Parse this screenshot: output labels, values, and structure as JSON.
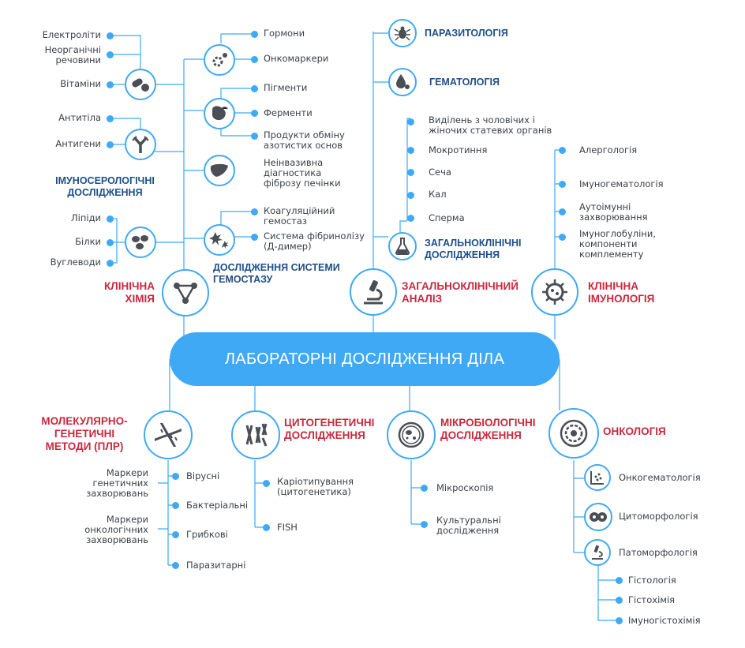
{
  "title": "ЛАБОРАТОРНІ ДОСЛІДЖЕННЯ ДІЛА",
  "clinical_chemistry": {
    "label": "КЛІНІЧНА\nХІМІЯ",
    "hormones": "Гормони",
    "tumor_markers": "Онкомаркери",
    "pigments": "Пігменти",
    "enzymes": "Ферменти",
    "nitrogen": "Продукти обміну\nазотистих основ",
    "liver": "Неінвазивна\nдіагностика\nфіброзу печінки",
    "electrolytes": "Електроліти",
    "inorganic": "Неорганічні\nречовини",
    "vitamins": "Вітаміни",
    "antibodies": "Антитіла",
    "antigens": "Антигени",
    "immunoserology": "ІМУНОСЕРОЛОГІЧНІ\nДОСЛІДЖЕННЯ",
    "lipids": "Ліпіди",
    "proteins": "Білки",
    "carbs": "Вуглеводи",
    "coagulation": "Коагуляційний\nгемостаз",
    "fibrinolysis": "Система фібринолізу\n(Д-димер)",
    "hemostasis": "ДОСЛІДЖЕННЯ СИСТЕМИ\nГЕМОСТАЗУ"
  },
  "general_analysis": {
    "label": "ЗАГАЛЬНОКЛІНІЧНИЙ\nАНАЛІЗ",
    "parasitology": "ПАРАЗИТОЛОГІЯ",
    "hematology": "ГЕМАТОЛОГІЯ",
    "secretions": "Виділень з чоловічих і\nжіночих статевих органів",
    "sputum": "Мокротиння",
    "urine": "Сеча",
    "feces": "Кал",
    "sperm": "Сперма",
    "general_clinical": "ЗАГАЛЬНОКЛІНІЧНІ\nДОСЛІДЖЕННЯ"
  },
  "immunology": {
    "label": "КЛІНІЧНА\nІМУНОЛОГІЯ",
    "allergology": "Алергологія",
    "immunohematology": "Імуногематологія",
    "autoimmune": "Аутоімунні\nзахворювання",
    "immunoglobulins": "Імуноглобуліни,\nкомпоненти\nкомплементу"
  },
  "molecular": {
    "label": "МОЛЕКУЛЯРНО-\nГЕНЕТИЧНІ\nМЕТОДИ (ПЛР)",
    "genetic_markers": "Маркери\nгенетичних\nзахворювань",
    "onco_markers": "Маркери\nонкологічних\nзахворювань",
    "viral": "Вірусні",
    "bacterial": "Бактеріальні",
    "fungal": "Грибкові",
    "parasitic": "Паразитарні"
  },
  "cytogenetics": {
    "label": "ЦИТОГЕНЕТИЧНІ\nДОСЛІДЖЕННЯ",
    "karyotyping": "Каріотипування\n(цитогенетика)",
    "fish": "FISH"
  },
  "microbiology": {
    "label": "МІКРОБІОЛОГІЧНІ\nДОСЛІДЖЕННЯ",
    "microscopy": "Мікроскопія",
    "cultural": "Культуральні\nдослідження"
  },
  "oncology": {
    "label": "ОНКОЛОГІЯ",
    "oncohematology": "Онкогематологія",
    "cytomorphology": "Цитоморфологія",
    "pathomorphology": "Патоморфологія",
    "histology": "Гістологія",
    "histochemistry": "Гістохімія",
    "immunohistochemistry": "Імуногістохімія"
  },
  "colors": {
    "accent": "#3fa9f5",
    "heading_red": "#c8293e",
    "heading_blue": "#1f4f86",
    "icon": "#4a4f55"
  }
}
